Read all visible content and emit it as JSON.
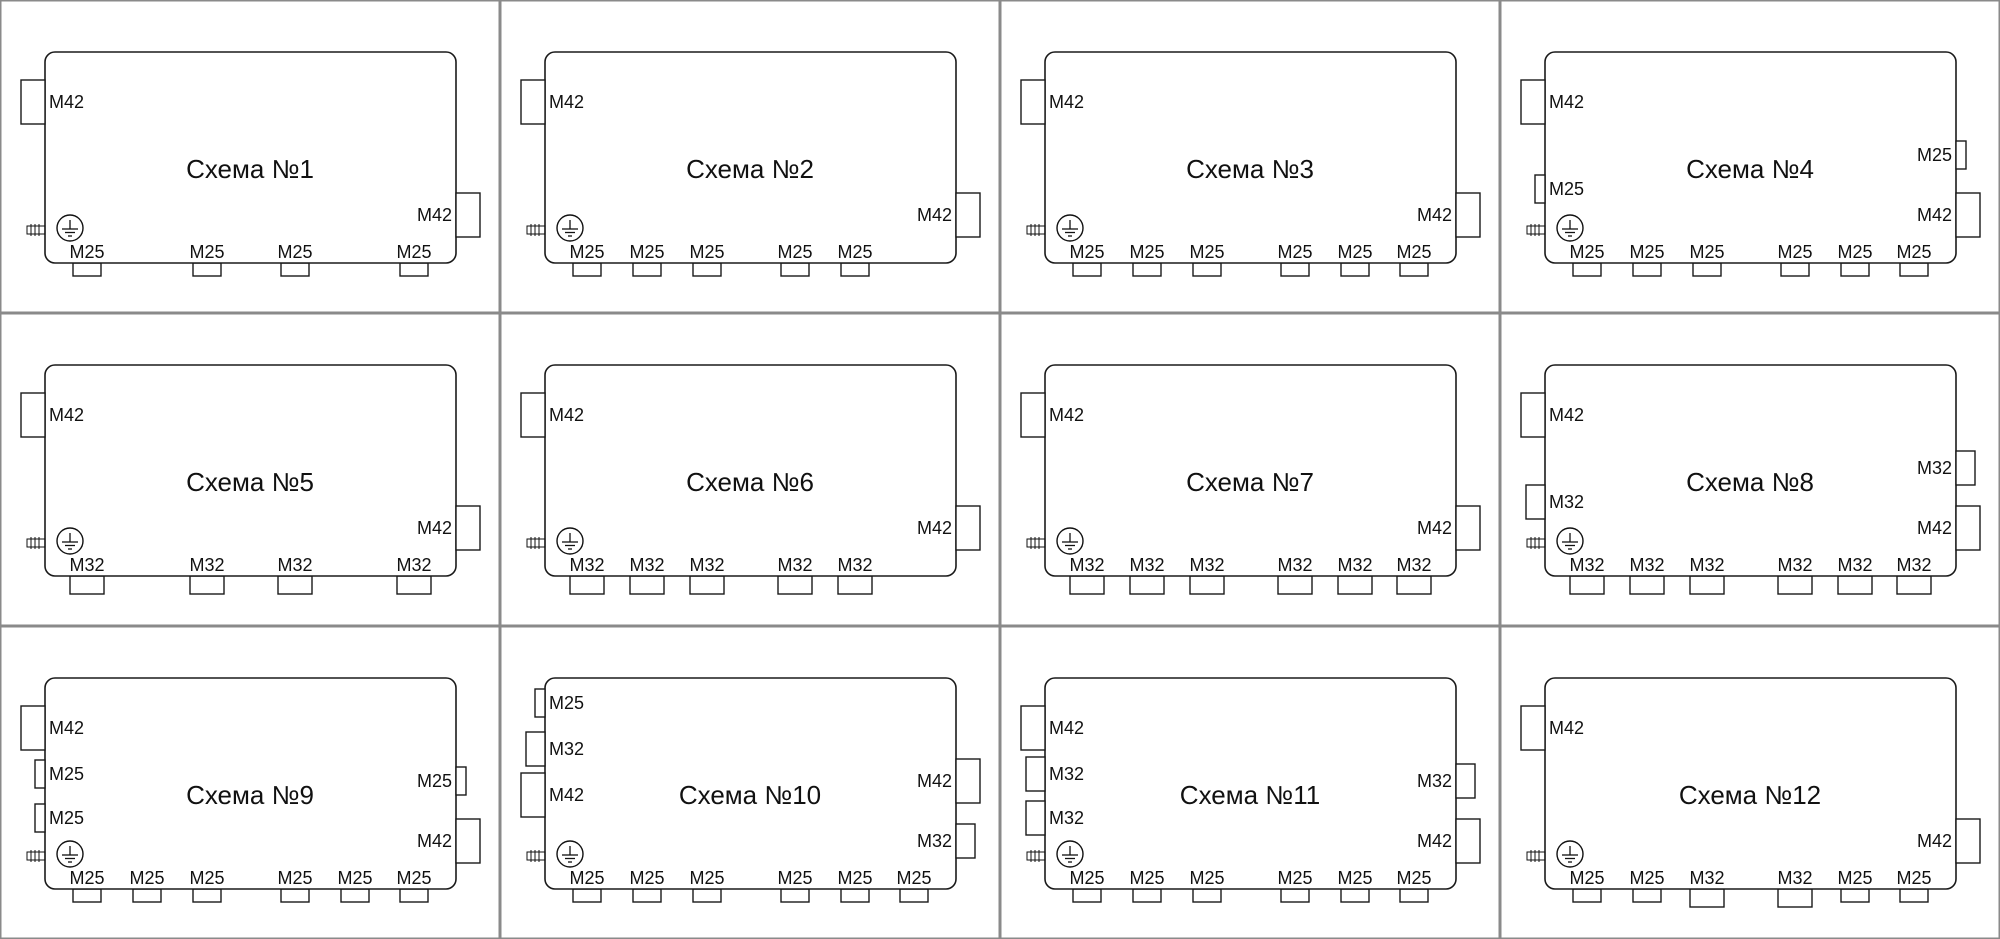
{
  "diagrams": [
    {
      "title": "Схема №1",
      "left": [
        {
          "label": "M42",
          "size": "L"
        }
      ],
      "right": [
        {
          "label": "M42",
          "size": "L"
        }
      ],
      "bottom": [
        {
          "label": "M25",
          "size": "S"
        },
        {
          "label": "M25",
          "size": "S"
        },
        {
          "label": "M25",
          "size": "S"
        },
        {
          "label": "M25",
          "size": "S"
        }
      ],
      "bottom_layout": "four",
      "ground": true
    },
    {
      "title": "Схема №2",
      "left": [
        {
          "label": "M42",
          "size": "L"
        }
      ],
      "right": [
        {
          "label": "M42",
          "size": "L"
        }
      ],
      "bottom": [
        {
          "label": "M25",
          "size": "S"
        },
        {
          "label": "M25",
          "size": "S"
        },
        {
          "label": "M25",
          "size": "S"
        },
        {
          "label": "M25",
          "size": "S"
        },
        {
          "label": "M25",
          "size": "S"
        }
      ],
      "bottom_layout": "five",
      "ground": true
    },
    {
      "title": "Схема №3",
      "left": [
        {
          "label": "M42",
          "size": "L"
        }
      ],
      "right": [
        {
          "label": "M42",
          "size": "L"
        }
      ],
      "bottom": [
        {
          "label": "M25",
          "size": "S"
        },
        {
          "label": "M25",
          "size": "S"
        },
        {
          "label": "M25",
          "size": "S"
        },
        {
          "label": "M25",
          "size": "S"
        },
        {
          "label": "M25",
          "size": "S"
        },
        {
          "label": "M25",
          "size": "S"
        }
      ],
      "bottom_layout": "six",
      "ground": true
    },
    {
      "title": "Схема №4",
      "left": [
        {
          "label": "M42",
          "size": "L"
        },
        {
          "label": "M25",
          "size": "S"
        }
      ],
      "right": [
        {
          "label": "M25",
          "size": "S"
        },
        {
          "label": "M42",
          "size": "L"
        }
      ],
      "bottom": [
        {
          "label": "M25",
          "size": "S"
        },
        {
          "label": "M25",
          "size": "S"
        },
        {
          "label": "M25",
          "size": "S"
        },
        {
          "label": "M25",
          "size": "S"
        },
        {
          "label": "M25",
          "size": "S"
        },
        {
          "label": "M25",
          "size": "S"
        }
      ],
      "bottom_layout": "six",
      "ground": true
    },
    {
      "title": "Схема №5",
      "left": [
        {
          "label": "M42",
          "size": "L"
        }
      ],
      "right": [
        {
          "label": "M42",
          "size": "L"
        }
      ],
      "bottom": [
        {
          "label": "M32",
          "size": "M"
        },
        {
          "label": "M32",
          "size": "M"
        },
        {
          "label": "M32",
          "size": "M"
        },
        {
          "label": "M32",
          "size": "M"
        }
      ],
      "bottom_layout": "four",
      "ground": true
    },
    {
      "title": "Схема №6",
      "left": [
        {
          "label": "M42",
          "size": "L"
        }
      ],
      "right": [
        {
          "label": "M42",
          "size": "L"
        }
      ],
      "bottom": [
        {
          "label": "M32",
          "size": "M"
        },
        {
          "label": "M32",
          "size": "M"
        },
        {
          "label": "M32",
          "size": "M"
        },
        {
          "label": "M32",
          "size": "M"
        },
        {
          "label": "M32",
          "size": "M"
        }
      ],
      "bottom_layout": "five",
      "ground": true
    },
    {
      "title": "Схема №7",
      "left": [
        {
          "label": "M42",
          "size": "L"
        }
      ],
      "right": [
        {
          "label": "M42",
          "size": "L"
        }
      ],
      "bottom": [
        {
          "label": "M32",
          "size": "M"
        },
        {
          "label": "M32",
          "size": "M"
        },
        {
          "label": "M32",
          "size": "M"
        },
        {
          "label": "M32",
          "size": "M"
        },
        {
          "label": "M32",
          "size": "M"
        },
        {
          "label": "M32",
          "size": "M"
        }
      ],
      "bottom_layout": "six",
      "ground": true
    },
    {
      "title": "Схема №8",
      "left": [
        {
          "label": "M42",
          "size": "L"
        },
        {
          "label": "M32",
          "size": "M"
        }
      ],
      "right": [
        {
          "label": "M32",
          "size": "M"
        },
        {
          "label": "M42",
          "size": "L"
        }
      ],
      "bottom": [
        {
          "label": "M32",
          "size": "M"
        },
        {
          "label": "M32",
          "size": "M"
        },
        {
          "label": "M32",
          "size": "M"
        },
        {
          "label": "M32",
          "size": "M"
        },
        {
          "label": "M32",
          "size": "M"
        },
        {
          "label": "M32",
          "size": "M"
        }
      ],
      "bottom_layout": "six",
      "ground": true
    },
    {
      "title": "Схема №9",
      "left": [
        {
          "label": "M42",
          "size": "L"
        },
        {
          "label": "M25",
          "size": "S"
        },
        {
          "label": "M25",
          "size": "S"
        }
      ],
      "right": [
        {
          "label": "M25",
          "size": "S"
        },
        {
          "label": "M42",
          "size": "L"
        }
      ],
      "bottom": [
        {
          "label": "M25",
          "size": "S"
        },
        {
          "label": "M25",
          "size": "S"
        },
        {
          "label": "M25",
          "size": "S"
        },
        {
          "label": "M25",
          "size": "S"
        },
        {
          "label": "M25",
          "size": "S"
        },
        {
          "label": "M25",
          "size": "S"
        }
      ],
      "bottom_layout": "six",
      "ground": true
    },
    {
      "title": "Схема №10",
      "left": [
        {
          "label": "M25",
          "size": "S"
        },
        {
          "label": "M32",
          "size": "M"
        },
        {
          "label": "M42",
          "size": "L"
        }
      ],
      "right": [
        {
          "label": "M42",
          "size": "L"
        },
        {
          "label": "M32",
          "size": "M"
        }
      ],
      "bottom": [
        {
          "label": "M25",
          "size": "S"
        },
        {
          "label": "M25",
          "size": "S"
        },
        {
          "label": "M25",
          "size": "S"
        },
        {
          "label": "M25",
          "size": "S"
        },
        {
          "label": "M25",
          "size": "S"
        },
        {
          "label": "M25",
          "size": "S"
        }
      ],
      "bottom_layout": "six",
      "ground": true
    },
    {
      "title": "Схема №11",
      "left": [
        {
          "label": "M42",
          "size": "L"
        },
        {
          "label": "M32",
          "size": "M"
        },
        {
          "label": "M32",
          "size": "M"
        }
      ],
      "right": [
        {
          "label": "M32",
          "size": "M"
        },
        {
          "label": "M42",
          "size": "L"
        }
      ],
      "bottom": [
        {
          "label": "M25",
          "size": "S"
        },
        {
          "label": "M25",
          "size": "S"
        },
        {
          "label": "M25",
          "size": "S"
        },
        {
          "label": "M25",
          "size": "S"
        },
        {
          "label": "M25",
          "size": "S"
        },
        {
          "label": "M25",
          "size": "S"
        }
      ],
      "bottom_layout": "six",
      "ground": true
    },
    {
      "title": "Схема №12",
      "left": [
        {
          "label": "M42",
          "size": "L"
        }
      ],
      "right": [
        {
          "label": "M42",
          "size": "L"
        }
      ],
      "bottom": [
        {
          "label": "M25",
          "size": "S"
        },
        {
          "label": "M25",
          "size": "S"
        },
        {
          "label": "M32",
          "size": "M"
        },
        {
          "label": "M32",
          "size": "M"
        },
        {
          "label": "M25",
          "size": "S"
        },
        {
          "label": "M25",
          "size": "S"
        }
      ],
      "bottom_layout": "six",
      "ground": true
    }
  ]
}
